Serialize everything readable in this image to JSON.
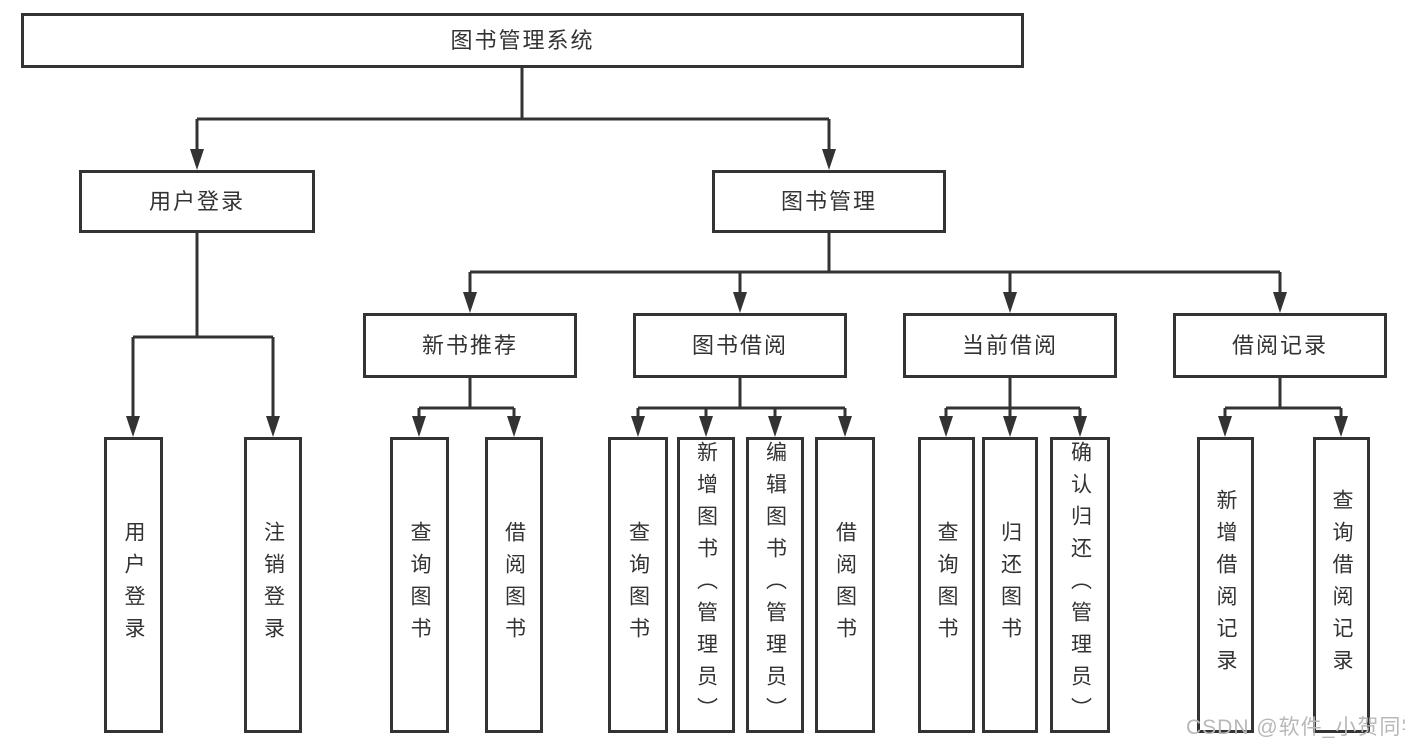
{
  "colors": {
    "line": "#333333",
    "border": "#333333",
    "text": "#333333",
    "box_background": "#ffffff",
    "page_background": "#ffffff",
    "watermark": "#b8b8b8"
  },
  "watermark": {
    "text": "CSDN @软件_小贺同学"
  },
  "tree": {
    "label": "图书管理系统",
    "children": [
      {
        "label": "用户登录",
        "children": [
          {
            "label": "用户登录"
          },
          {
            "label": "注销登录"
          }
        ]
      },
      {
        "label": "图书管理",
        "children": [
          {
            "label": "新书推荐",
            "children": [
              {
                "label": "查询图书"
              },
              {
                "label": "借阅图书"
              }
            ]
          },
          {
            "label": "图书借阅",
            "children": [
              {
                "label": "查询图书"
              },
              {
                "label": "新增图书（管理员）"
              },
              {
                "label": "编辑图书（管理员）"
              },
              {
                "label": "借阅图书"
              }
            ]
          },
          {
            "label": "当前借阅",
            "children": [
              {
                "label": "查询图书"
              },
              {
                "label": "归还图书"
              },
              {
                "label": "确认归还（管理员）"
              }
            ]
          },
          {
            "label": "借阅记录",
            "children": [
              {
                "label": "新增借阅记录"
              },
              {
                "label": "查询借阅记录"
              }
            ]
          }
        ]
      }
    ]
  }
}
